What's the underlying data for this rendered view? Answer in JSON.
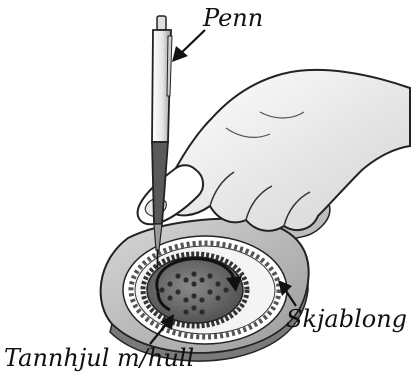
{
  "labels": {
    "pen": "Penn",
    "stencil": "Skjablong",
    "gear": "Tannhjul m/hull"
  }
}
